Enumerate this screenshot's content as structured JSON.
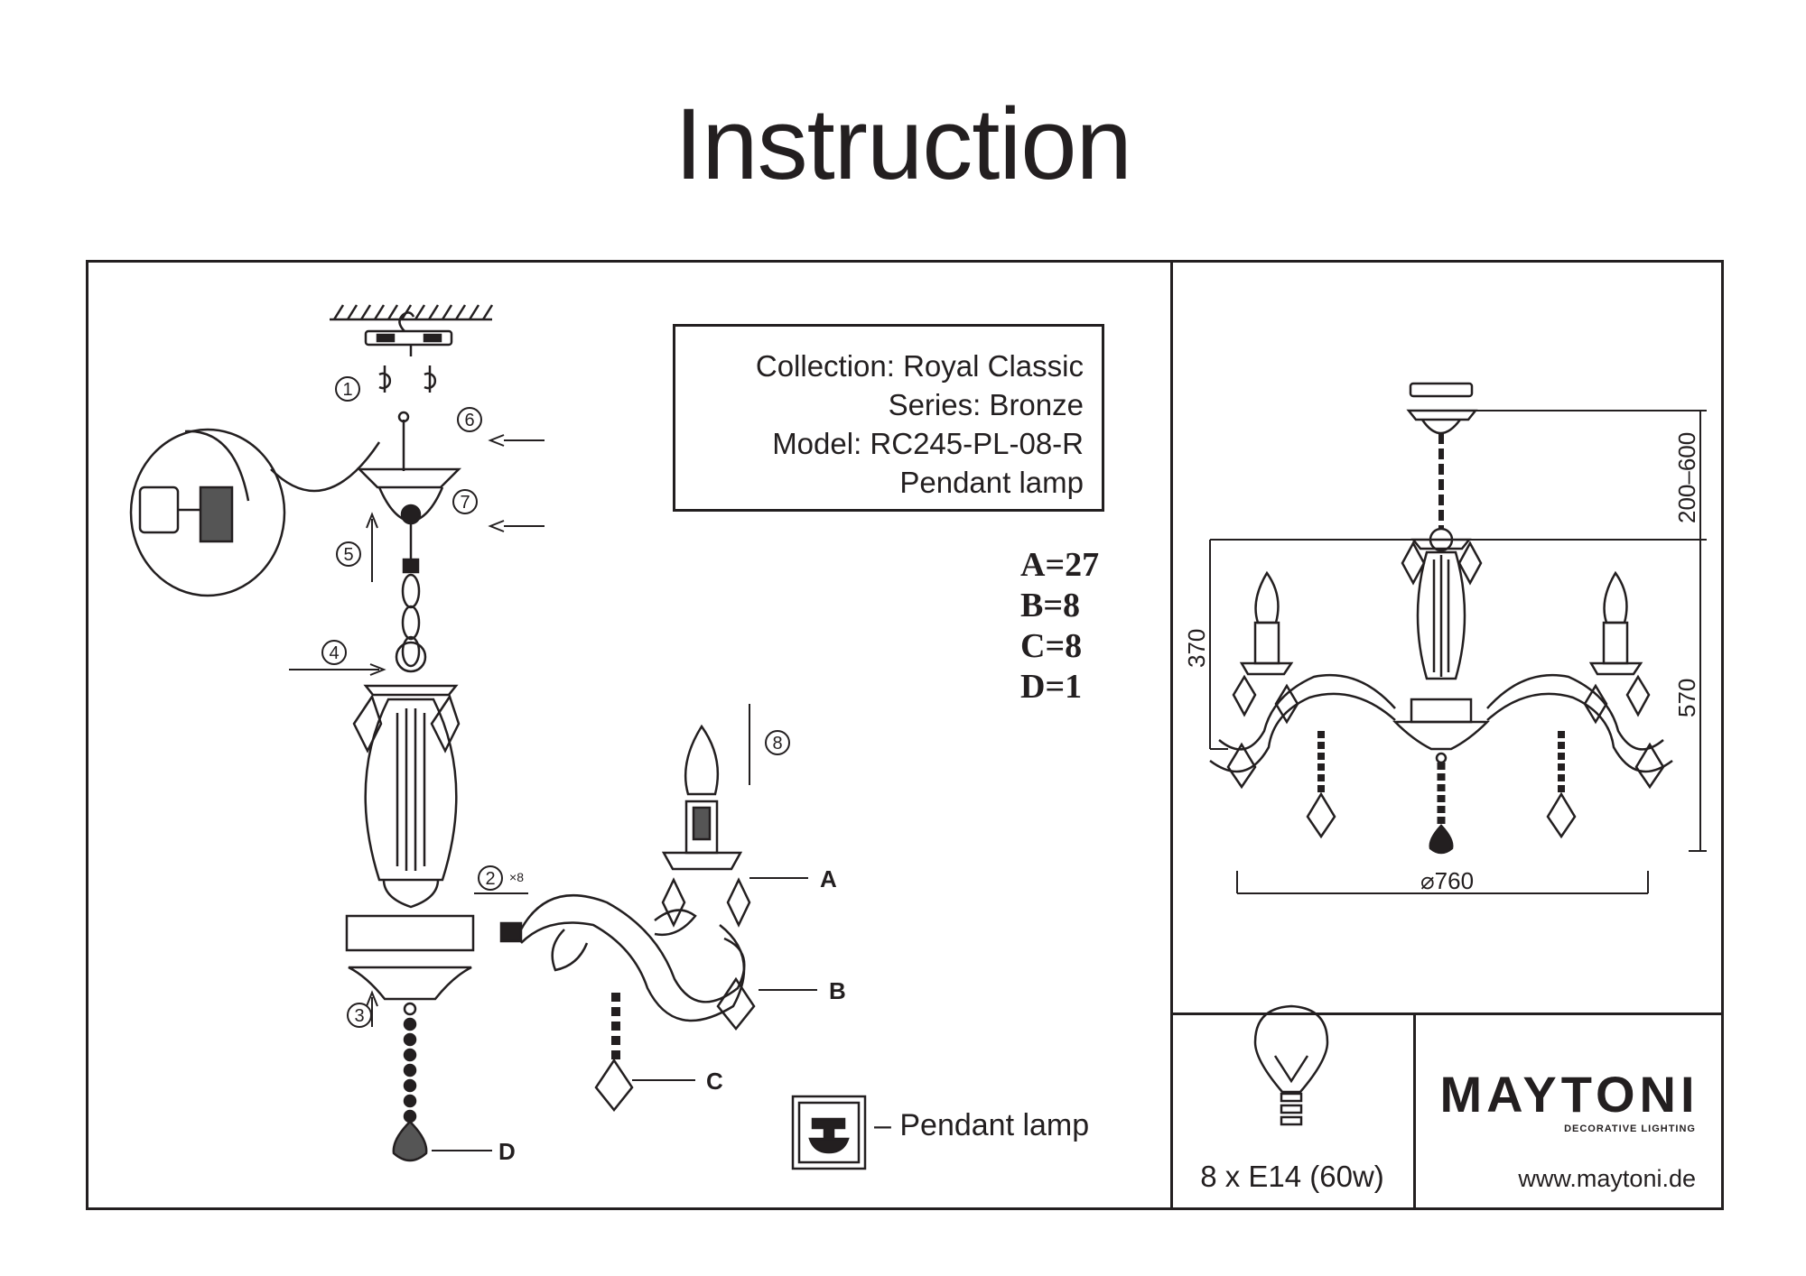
{
  "title": "Instruction",
  "info": {
    "collection": "Collection: Royal Classic",
    "series": "Series: Bronze",
    "model": "Model: RC245-PL-08-R",
    "type": "Pendant lamp"
  },
  "counts": [
    "A=27",
    "B=8",
    "C=8",
    "D=1"
  ],
  "steps": [
    "1",
    "2",
    "3",
    "4",
    "5",
    "6",
    "7",
    "8"
  ],
  "step2_suffix": "×8",
  "part_labels": {
    "a": "A",
    "b": "B",
    "c": "C",
    "d": "D"
  },
  "legend": {
    "text": "– Pendant lamp",
    "icon": "pendant-lamp-icon"
  },
  "dimensions": {
    "chain": "200–600",
    "arm": "370",
    "total": "570",
    "diameter": "⌀760"
  },
  "bulb": {
    "text": "8 x E14 (60w)",
    "icon": "light-bulb-icon"
  },
  "brand": {
    "name": "MAYTONI",
    "tagline": "DECORATIVE LIGHTING",
    "website": "www.maytoni.de"
  }
}
